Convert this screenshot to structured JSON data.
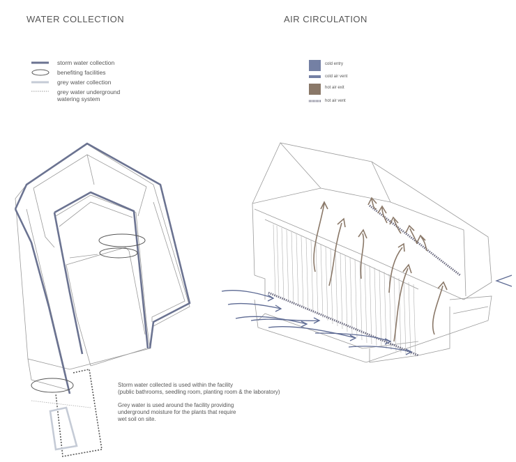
{
  "titles": {
    "water": "WATER COLLECTION",
    "air": "AIR CIRCULATION"
  },
  "water_legend": {
    "storm": "storm water collection",
    "facilities": "benefiting facilities",
    "grey": "grey water collection",
    "underground_1": "grey water underground",
    "underground_2": "watering system"
  },
  "air_legend": {
    "cold_entry": "cold entry",
    "cold_vent": "cold air vent",
    "hot_exit": "hot air exit",
    "hot_vent": "hot air vent"
  },
  "notes": {
    "storm_1": "Storm water collected is used within the facility",
    "storm_2": "(public bathrooms, seedling room, planting room & the laboratory)",
    "grey_1": "Grey water is used around the facility providing",
    "grey_2": "underground moisture for the plants that require",
    "grey_3": "wet soil on site."
  },
  "colors": {
    "storm": "#6b7391",
    "grey_water": "#c5cbd6",
    "cold": "#5d6a93",
    "hot": "#8a7868",
    "line": "#888888"
  }
}
